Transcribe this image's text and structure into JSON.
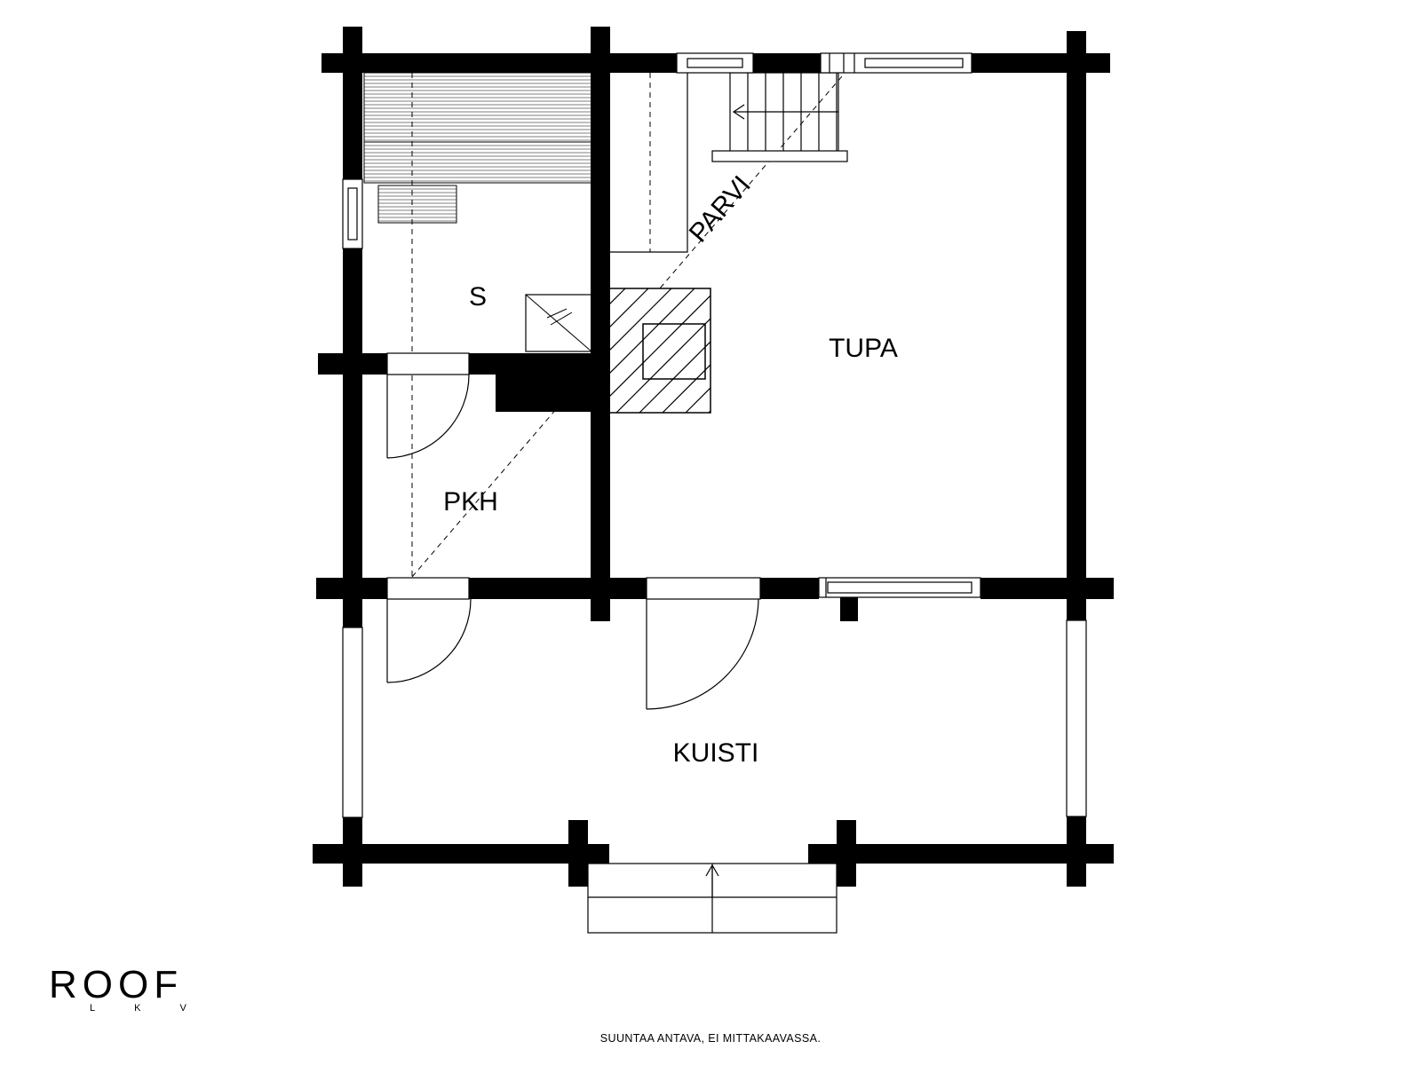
{
  "rooms": {
    "sauna": "S",
    "living": "TUPA",
    "loft": "PARVI",
    "washroom": "PKH",
    "porch": "KUISTI"
  },
  "disclaimer": "SUUNTAA ANTAVA, EI MITTAKAAVASSA.",
  "logo": {
    "name": "ROOF",
    "sub": "LKV"
  }
}
